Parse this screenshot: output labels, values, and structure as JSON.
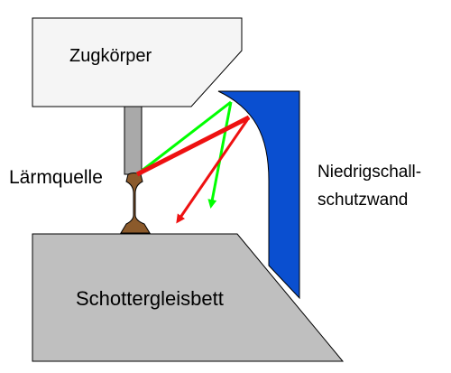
{
  "labels": {
    "train_body": "Zugkörper",
    "noise_source": "Lärmquelle",
    "wall_line1": "Niedrigschall-",
    "wall_line2": "schutzwand",
    "ballast_bed": "Schottergleisbett"
  },
  "colors": {
    "train_fill": "#f5f5f5",
    "ballast_fill": "#bfbfbf",
    "axle_fill": "#a9a9a9",
    "rail_fill": "#8b5a2b",
    "wall_fill": "#0a4fd0",
    "ray_green": "#00ff00",
    "ray_red": "#ee1111"
  }
}
